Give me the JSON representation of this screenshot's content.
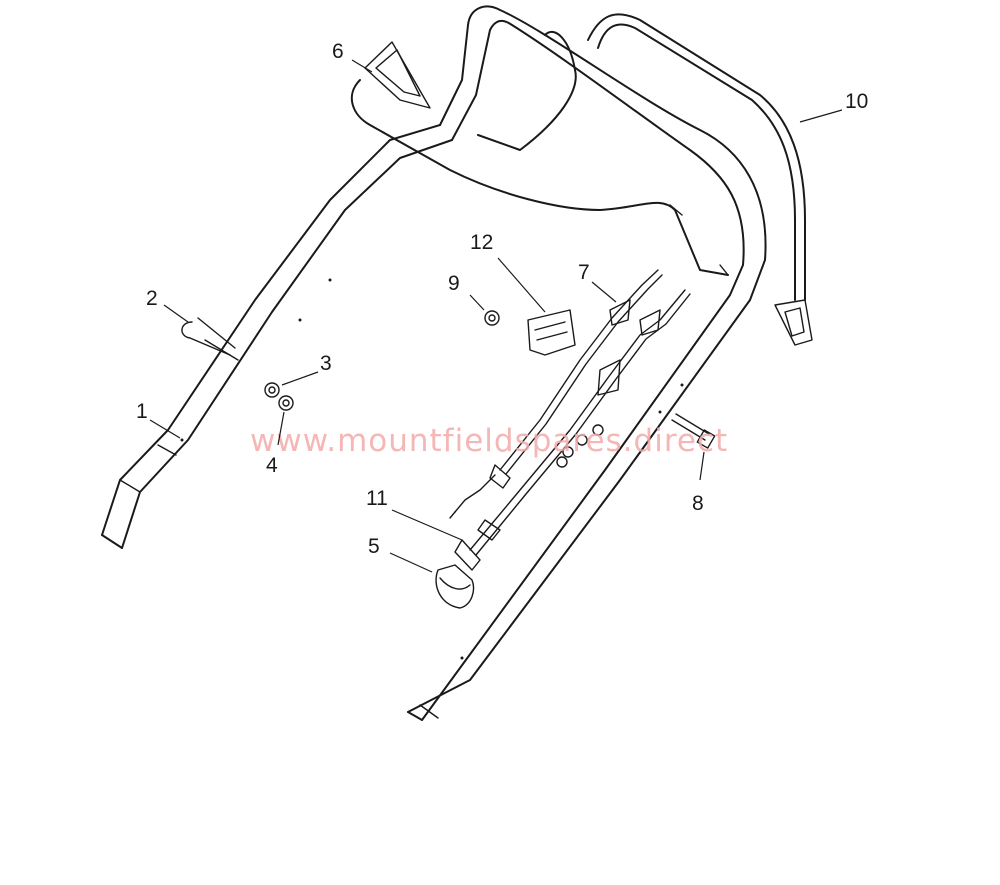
{
  "watermark": "www.mountfieldspares.direct",
  "callouts": {
    "p1": "1",
    "p2": "2",
    "p3": "3",
    "p4": "4",
    "p5": "5",
    "p6": "6",
    "p7": "7",
    "p8": "8",
    "p9": "9",
    "p10": "10",
    "p11": "11",
    "p12": "12"
  }
}
